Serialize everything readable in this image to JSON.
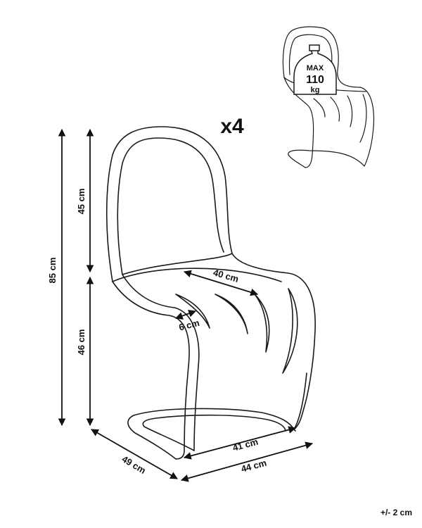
{
  "quantity": "x4",
  "weight_badge": {
    "line1": "MAX",
    "line2": "110",
    "line3": "kg"
  },
  "dimensions": {
    "total_height": "85 cm",
    "back_height": "45 cm",
    "seat_height": "46 cm",
    "seat_width": "40 cm",
    "seat_thickness": "6 cm",
    "depth": "49 cm",
    "base_width": "41 cm",
    "overall_width": "44 cm"
  },
  "tolerance": "+/- 2 cm",
  "colors": {
    "line": "#111111",
    "outline": "#1a1a1a",
    "background": "#ffffff"
  }
}
